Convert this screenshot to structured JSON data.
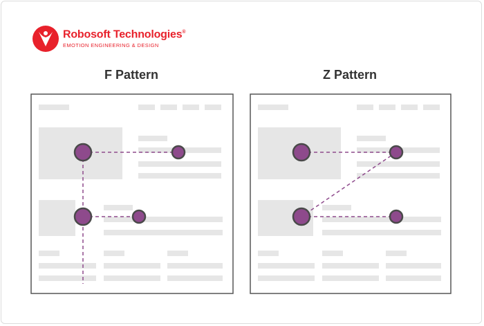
{
  "logo": {
    "brand": "Robosoft Technologies",
    "registered": "®",
    "tagline": "EMOTION ENGINEERING & DESIGN"
  },
  "patterns": [
    {
      "title": "F Pattern"
    },
    {
      "title": "Z Pattern"
    }
  ],
  "colors": {
    "brand_red": "#e8212b",
    "node_fill": "#8e4a8c",
    "node_stroke": "#4a4a4a",
    "path": "#8e4a8c",
    "placeholder": "#e6e6e6",
    "panel_border": "#555555",
    "title": "#333333"
  }
}
